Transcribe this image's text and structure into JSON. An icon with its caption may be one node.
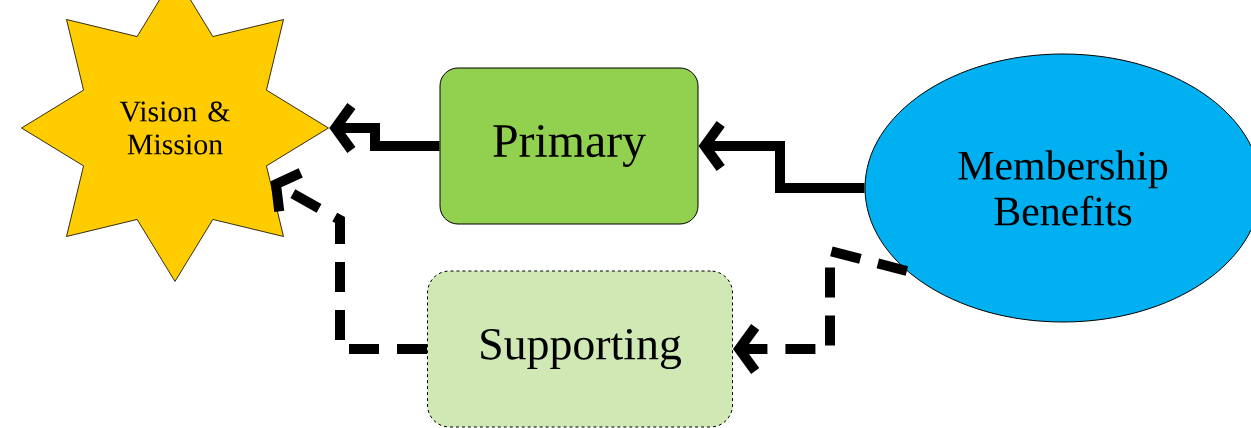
{
  "diagram": {
    "nodes": [
      {
        "text": [
          "Vision & Mission"
        ]
      },
      {
        "text": [
          "Primary"
        ]
      },
      {
        "text": [
          "Supporting"
        ]
      },
      {
        "text": [
          "Membership Benefits"
        ]
      }
    ],
    "edges": [
      {
        "from": 3,
        "to": 1,
        "arrow": "to"
      },
      {
        "from": 1,
        "to": 0,
        "arrow": "to"
      },
      {
        "from": 3,
        "to": 2,
        "arrow": "to",
        "style": "dashed"
      },
      {
        "from": 2,
        "to": 0,
        "arrow": "to",
        "style": "dashed"
      }
    ]
  }
}
